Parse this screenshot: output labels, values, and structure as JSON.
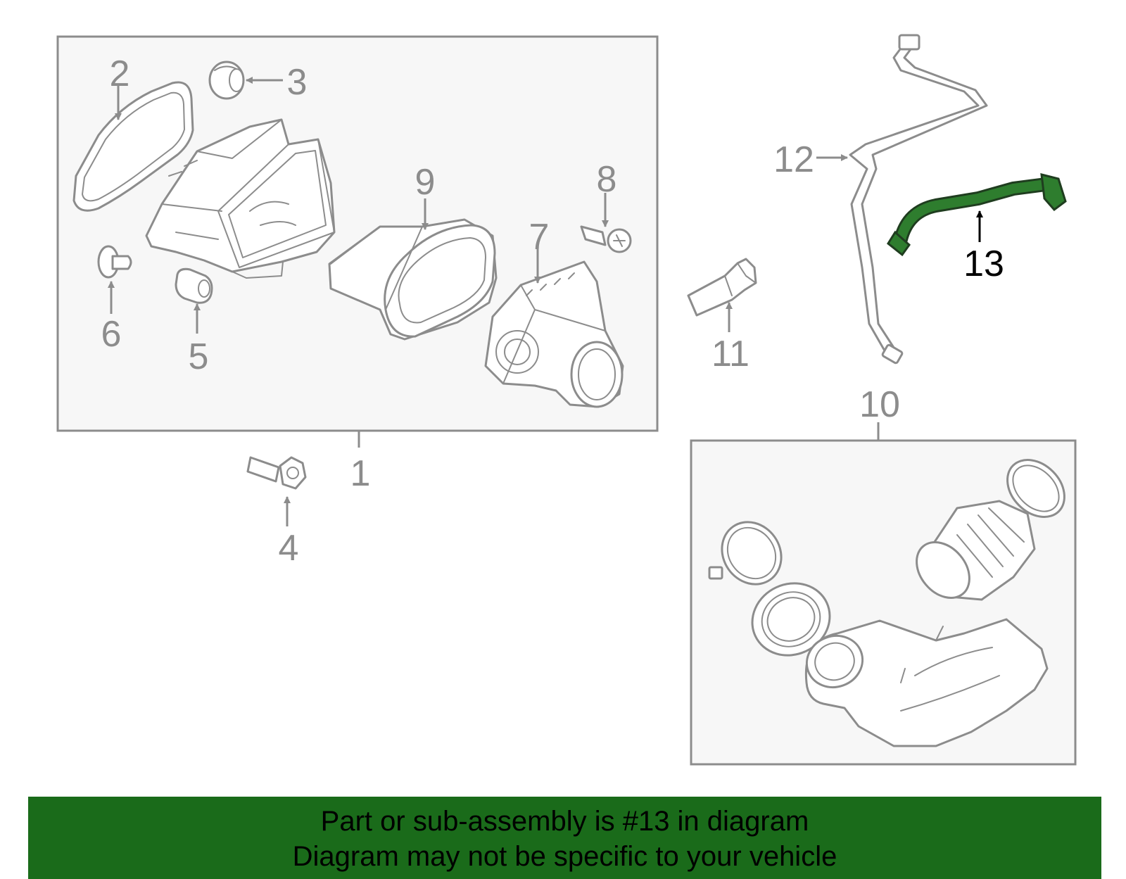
{
  "callouts": {
    "c1": "1",
    "c2": "2",
    "c3": "3",
    "c4": "4",
    "c5": "5",
    "c6": "6",
    "c7": "7",
    "c8": "8",
    "c9": "9",
    "c10": "10",
    "c11": "11",
    "c12": "12",
    "c13": "13"
  },
  "highlight": {
    "part_number": "13",
    "color": "#2e7d2e"
  },
  "colors": {
    "line": "#8c8c8c",
    "box_fill": "#f7f7f7",
    "banner": "#1a6b1a"
  },
  "banner": {
    "line1": "Part or sub-assembly is #13 in diagram",
    "line2": "Diagram may not be specific to your vehicle"
  }
}
